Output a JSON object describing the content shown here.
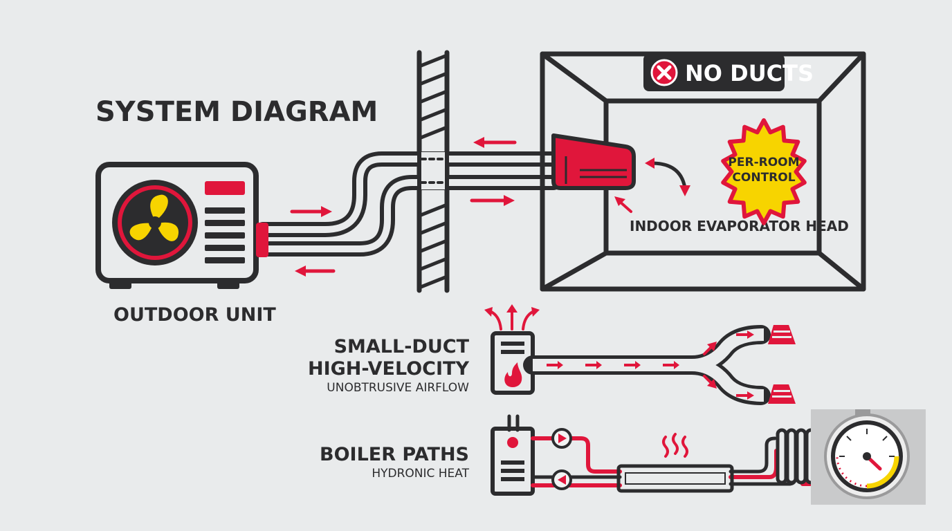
{
  "title": "SYSTEM DIAGRAM",
  "outdoor_unit": {
    "label": "OUTDOOR UNIT"
  },
  "indoor": {
    "badge": "NO DUCTS",
    "head_label": "INDOOR EVAPORATOR HEAD",
    "burst_line1": "PER-ROOM",
    "burst_line2": "CONTROL"
  },
  "sdhv": {
    "title_line1": "SMALL-DUCT",
    "title_line2": "HIGH-VELOCITY",
    "subtitle": "UNOBTRUSIVE AIRFLOW"
  },
  "boiler": {
    "title": "BOILER PATHS",
    "subtitle": "HYDRONIC HEAT"
  },
  "colors": {
    "ink": "#2c2c2e",
    "accent_red": "#e0163b",
    "accent_yellow": "#f7d400",
    "background": "#e9ebec"
  },
  "icons": [
    "fan-icon",
    "close-x-icon",
    "flame-icon",
    "wavy-heat-icon",
    "gauge-icon",
    "pump-icon",
    "vent-icon"
  ]
}
